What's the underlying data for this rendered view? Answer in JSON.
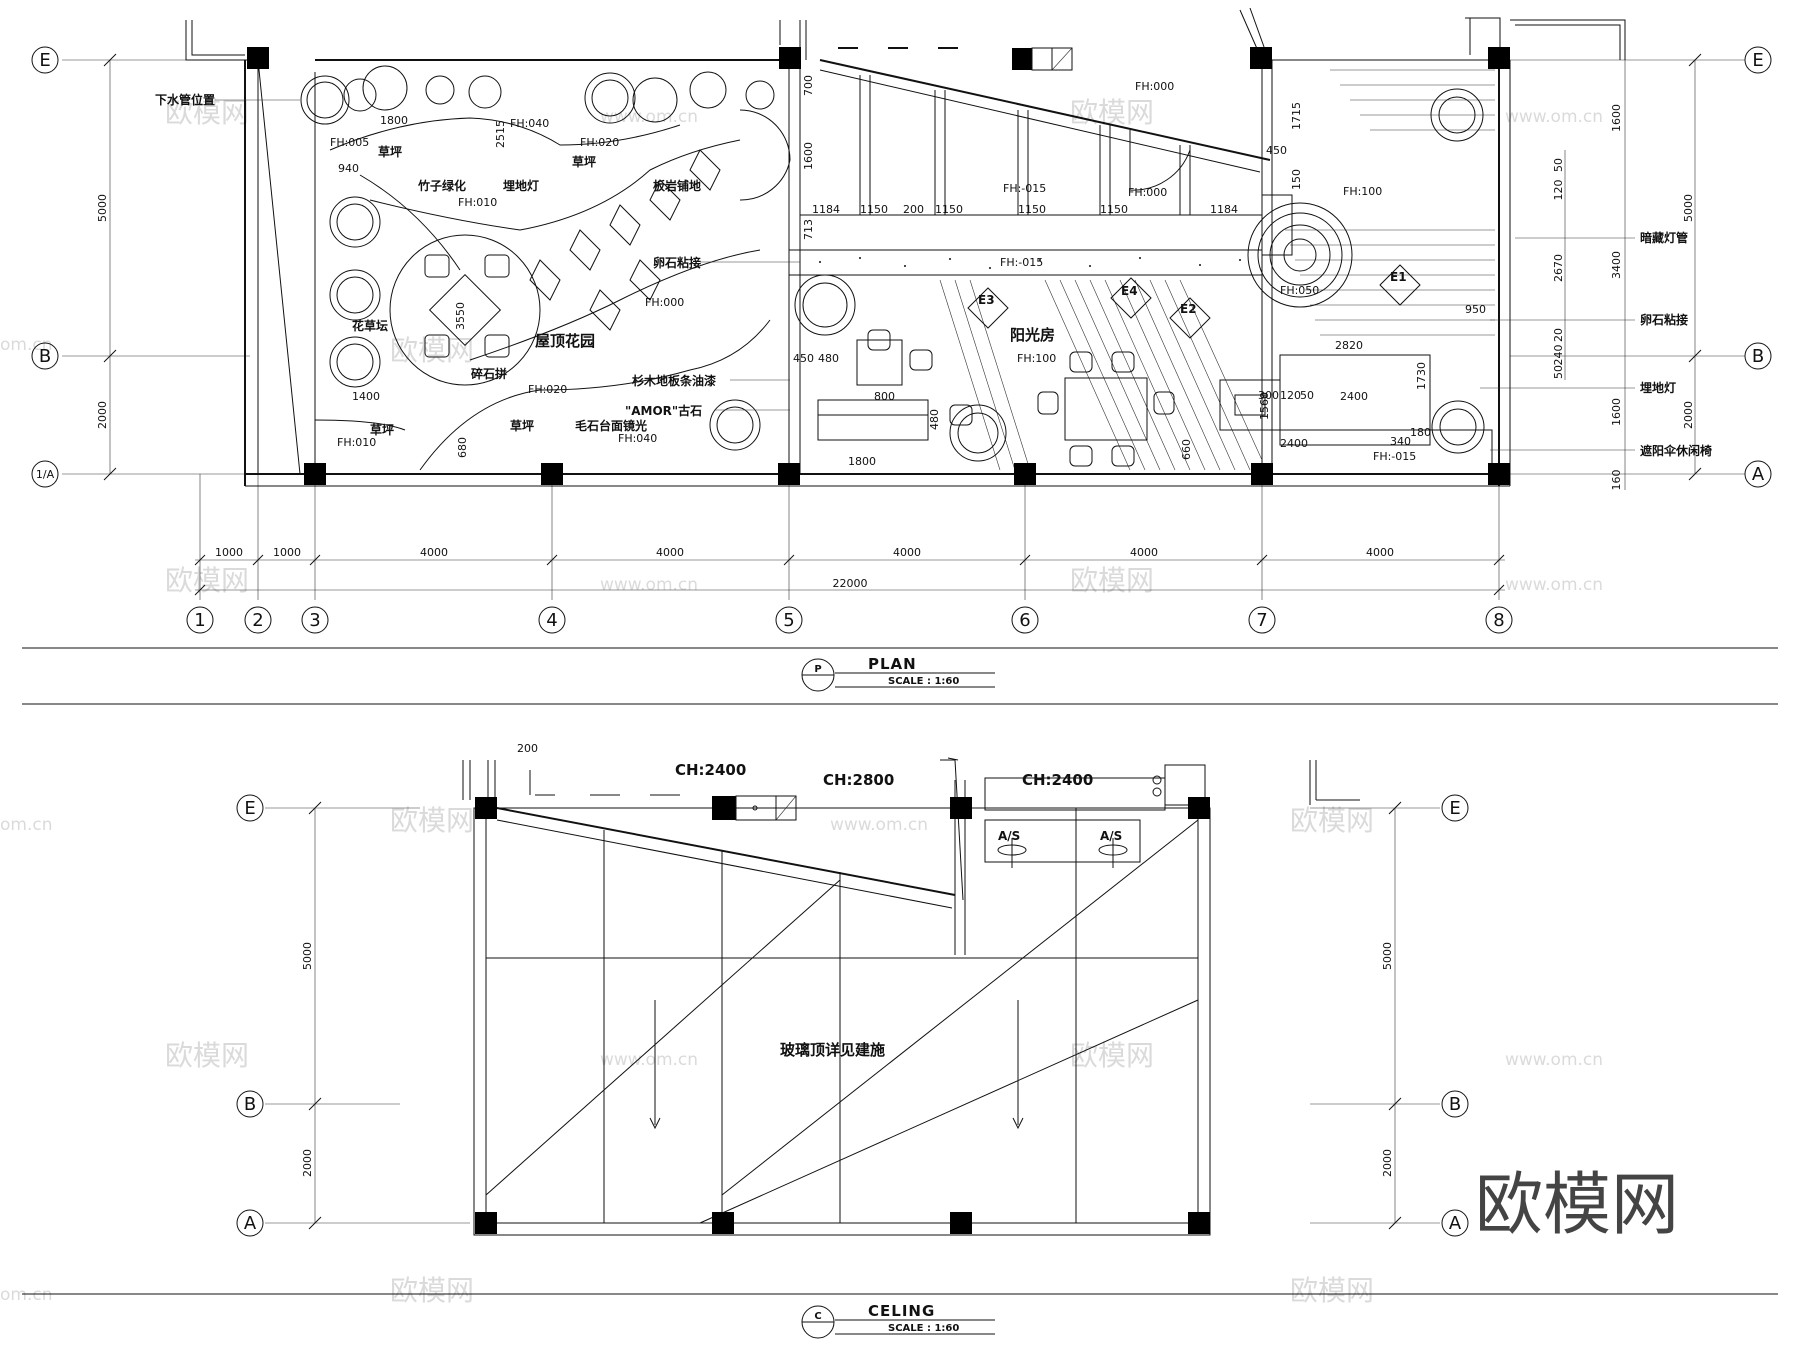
{
  "plan": {
    "title": "PLAN",
    "scale": "SCALE : 1:60",
    "marker": "P",
    "axes_columns": [
      "1",
      "2",
      "3",
      "4",
      "5",
      "6",
      "7",
      "8"
    ],
    "axes_rows": [
      "E",
      "B",
      "1/A",
      "A"
    ],
    "bottom_dims": [
      "1000",
      "1000",
      "4000",
      "4000",
      "4000",
      "4000",
      "4000"
    ],
    "total_dim": "22000",
    "left_dims": [
      "5000",
      "2000"
    ],
    "right_dims": [
      "5000",
      "2000"
    ],
    "right_inner_dims": [
      "1600",
      "3400",
      "1600",
      "160",
      "50",
      "120",
      "2670",
      "20",
      "240",
      "50"
    ],
    "room_labels": {
      "roof_garden": "屋顶花园",
      "sunroom": "阳光房"
    },
    "annotations": [
      "下水管位置",
      "草坪",
      "竹子绿化",
      "埋地灯",
      "草坪",
      "板岩铺地",
      "卵石粘接",
      "花草坛",
      "碎石拼",
      "草坪",
      "草坪",
      "毛石台面镜光",
      "杉木地板条油漆",
      "\"AMOR\"古石",
      "暗藏灯管",
      "卵石粘接",
      "埋地灯",
      "遮阳伞休闲椅"
    ],
    "fh_levels": [
      "FH:005",
      "FH:040",
      "FH:020",
      "FH:010",
      "FH:000",
      "FH:020",
      "FH:010",
      "FH:040",
      "FH:000",
      "FH:-015",
      "FH:000",
      "FH:100",
      "FH:-015",
      "FH:100",
      "FH:050",
      "FH:-015"
    ],
    "misc_dims": [
      "1800",
      "2515",
      "940",
      "1400",
      "3550",
      "680",
      "700",
      "1600",
      "1184",
      "1150",
      "200",
      "713",
      "1715",
      "450",
      "150",
      "950",
      "2820",
      "1730",
      "2400",
      "660",
      "1800",
      "480",
      "800",
      "450",
      "480",
      "300",
      "120",
      "1560",
      "50",
      "2400",
      "180",
      "340"
    ],
    "elev_markers": [
      "E1",
      "E2",
      "E3",
      "E4"
    ]
  },
  "ceiling": {
    "title": "CELING",
    "scale": "SCALE : 1:60",
    "marker": "C",
    "axes_rows": [
      "E",
      "B",
      "A"
    ],
    "left_dims": [
      "5000",
      "2000"
    ],
    "right_dims": [
      "5000",
      "2000"
    ],
    "ch_labels": [
      "CH:2400",
      "CH:2800",
      "CH:2400"
    ],
    "dim_200": "200",
    "as_labels": [
      "A/S",
      "A/S"
    ],
    "center_note": "玻璃顶详见建施"
  },
  "watermarks": {
    "brand_cn": "欧模网",
    "url": "www.om.cn",
    "url_short": "om.cn",
    "logo": "欧模网"
  }
}
